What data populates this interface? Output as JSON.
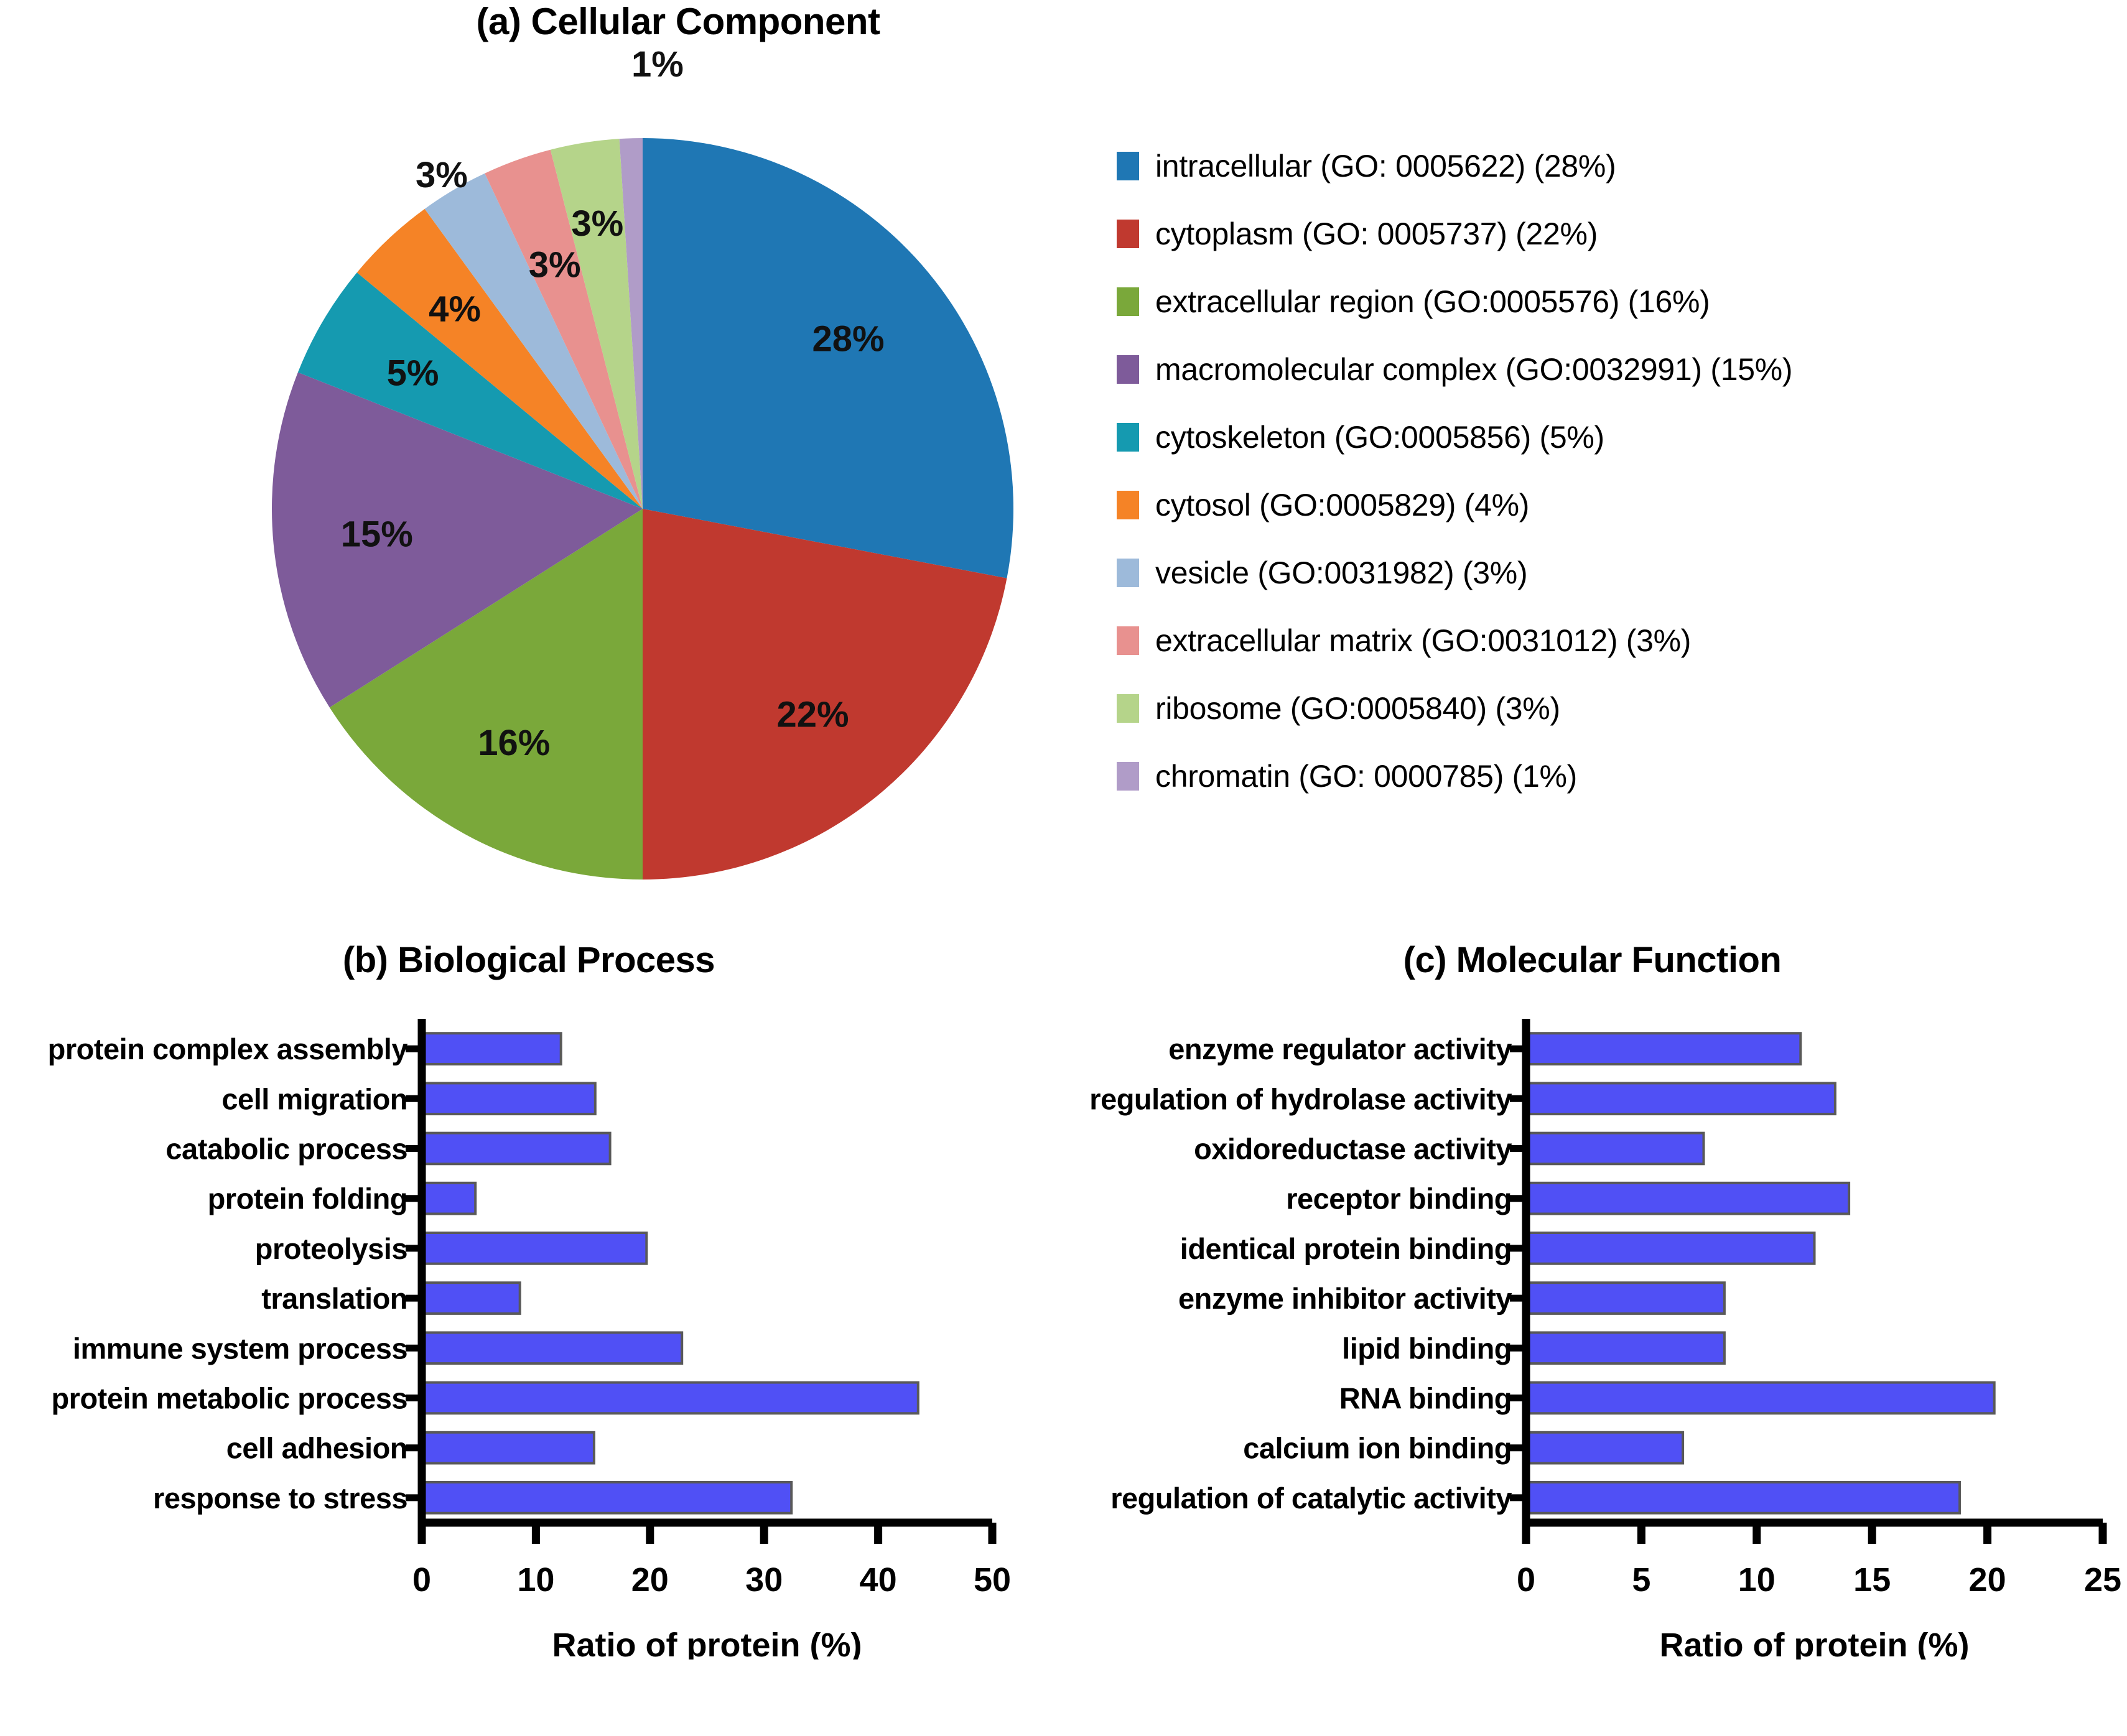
{
  "panel_a": {
    "title": "(a) Cellular Component",
    "legend": [
      {
        "label": "intracellular (GO: 0005622) (28%)",
        "color": "#1f77b4"
      },
      {
        "label": "cytoplasm (GO: 0005737) (22%)",
        "color": "#c0392f"
      },
      {
        "label": "extracellular region (GO:0005576) (16%)",
        "color": "#7aa83a"
      },
      {
        "label": "macromolecular complex (GO:0032991) (15%)",
        "color": "#7e5b9a"
      },
      {
        "label": "cytoskeleton  (GO:0005856) (5%)",
        "color": "#159ab0"
      },
      {
        "label": "cytosol (GO:0005829) (4%)",
        "color": "#f58326"
      },
      {
        "label": "vesicle (GO:0031982) (3%)",
        "color": "#9dbada"
      },
      {
        "label": "extracellular matrix (GO:0031012) (3%)",
        "color": "#e8918f"
      },
      {
        "label": "ribosome (GO:0005840) (3%)",
        "color": "#b5d48a"
      },
      {
        "label": "chromatin (GO: 0000785) (1%)",
        "color": "#b09cc8"
      }
    ]
  },
  "panel_b": {
    "title": "(b) Biological Process"
  },
  "panel_c": {
    "title": "(c) Molecular Function"
  },
  "chart_data": [
    {
      "type": "pie",
      "title": "(a) Cellular Component",
      "legend_position": "right",
      "start_angle_deg": 0,
      "direction": "clockwise",
      "categories": [
        "intracellular (GO: 0005622)",
        "cytoplasm (GO: 0005737)",
        "extracellular region (GO:0005576)",
        "macromolecular complex (GO:0032991)",
        "cytoskeleton (GO:0005856)",
        "cytosol (GO:0005829)",
        "vesicle (GO:0031982)",
        "extracellular matrix (GO:0031012)",
        "ribosome (GO:0005840)",
        "chromatin (GO: 0000785)"
      ],
      "values": [
        28,
        22,
        16,
        15,
        5,
        4,
        3,
        3,
        3,
        1
      ],
      "data_labels": [
        "28%",
        "22%",
        "16%",
        "15%",
        "5%",
        "4%",
        "3%",
        "3%",
        "3%",
        "1%"
      ],
      "colors": [
        "#1f77b4",
        "#c0392f",
        "#7aa83a",
        "#7e5b9a",
        "#159ab0",
        "#f58326",
        "#9dbada",
        "#e8918f",
        "#b5d48a",
        "#b09cc8"
      ]
    },
    {
      "type": "bar",
      "orientation": "horizontal",
      "title": "(b) Biological Process",
      "xlabel": "Ratio of protein (%)",
      "ylabel": "",
      "xlim": [
        0,
        50
      ],
      "xticks": [
        0,
        10,
        20,
        30,
        40,
        50
      ],
      "grid": false,
      "bar_color": "#5050f5",
      "categories": [
        "protein complex assembly",
        "cell migration",
        "catabolic process",
        "protein folding",
        "proteolysis",
        "translation",
        "immune system process",
        "protein metabolic process",
        "cell adhesion",
        "response to stress"
      ],
      "values": [
        12.2,
        15.2,
        16.5,
        4.7,
        19.7,
        8.6,
        22.8,
        43.5,
        15.1,
        32.4
      ]
    },
    {
      "type": "bar",
      "orientation": "horizontal",
      "title": "(c) Molecular Function",
      "xlabel": "Ratio of protein (%)",
      "ylabel": "",
      "xlim": [
        0,
        25
      ],
      "xticks": [
        0,
        5,
        10,
        15,
        20,
        25
      ],
      "grid": false,
      "bar_color": "#5050f5",
      "categories": [
        "enzyme regulator activity",
        "regulation of hydrolase activity",
        "oxidoreductase activity",
        "receptor binding",
        "identical protein binding",
        "enzyme inhibitor activity",
        "lipid binding",
        "RNA binding",
        "calcium ion binding",
        "regulation of catalytic activity"
      ],
      "values": [
        11.9,
        13.4,
        7.7,
        14.0,
        12.5,
        8.6,
        8.6,
        20.3,
        6.8,
        18.8
      ]
    }
  ]
}
